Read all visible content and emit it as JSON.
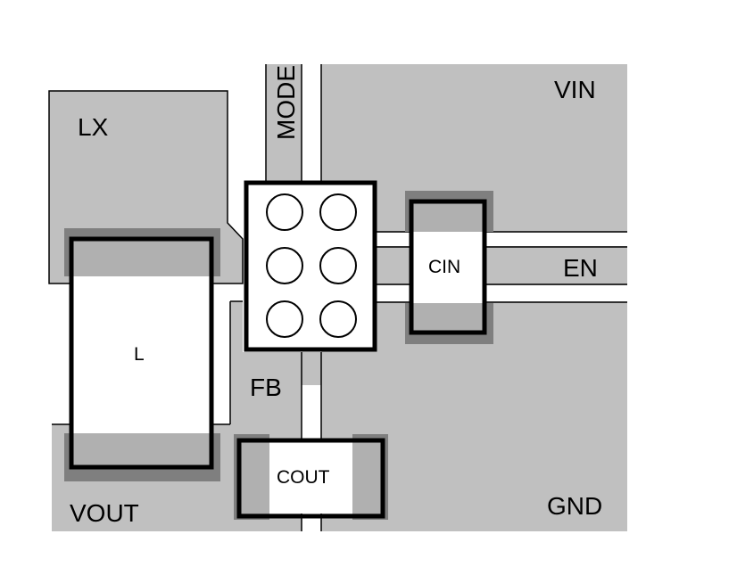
{
  "labels": {
    "lx": "LX",
    "mode": "MODE",
    "vin": "VIN",
    "cin": "CIN",
    "en": "EN",
    "inductor": "L",
    "fb": "FB",
    "cout": "COUT",
    "vout": "VOUT",
    "gnd": "GND"
  },
  "colors": {
    "copper": "#c0c0c0",
    "pad": "#7f7f7f",
    "outline": "#000000",
    "background": "#ffffff"
  },
  "ic_pins": 6
}
